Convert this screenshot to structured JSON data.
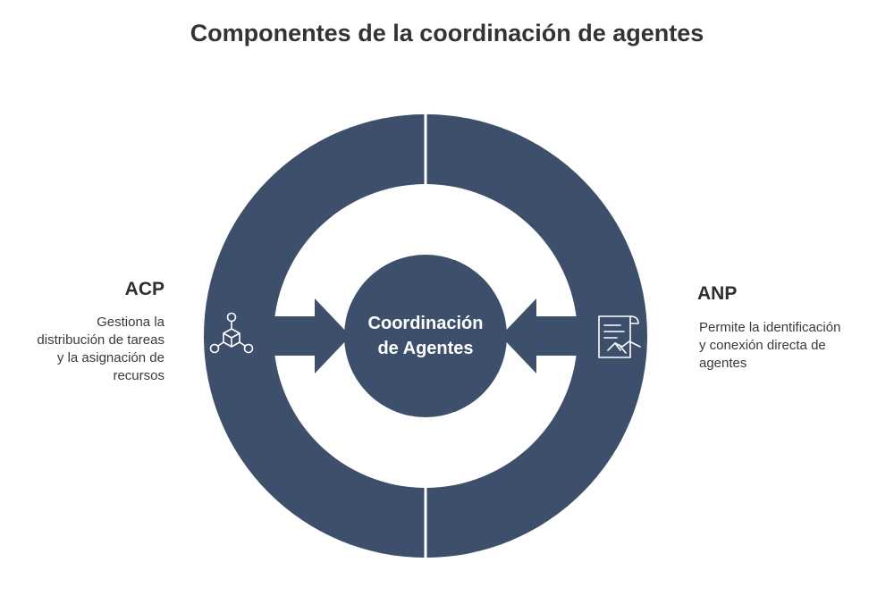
{
  "title": "Componentes de la coordinación de agentes",
  "center": {
    "line1": "Coordinación",
    "line2": "de Agentes"
  },
  "left": {
    "title": "ACP",
    "description": "Gestiona la distribución de tareas y la asignación de recursos",
    "icon": "cubes-network-icon"
  },
  "right": {
    "title": "ANP",
    "description": "Permite la identificación y conexión directa de agentes",
    "icon": "document-handshake-icon"
  },
  "colors": {
    "ring": "#3d4f6b",
    "center": "#3d4f6b",
    "background": "#ffffff",
    "icon_stroke": "#ffffff"
  }
}
